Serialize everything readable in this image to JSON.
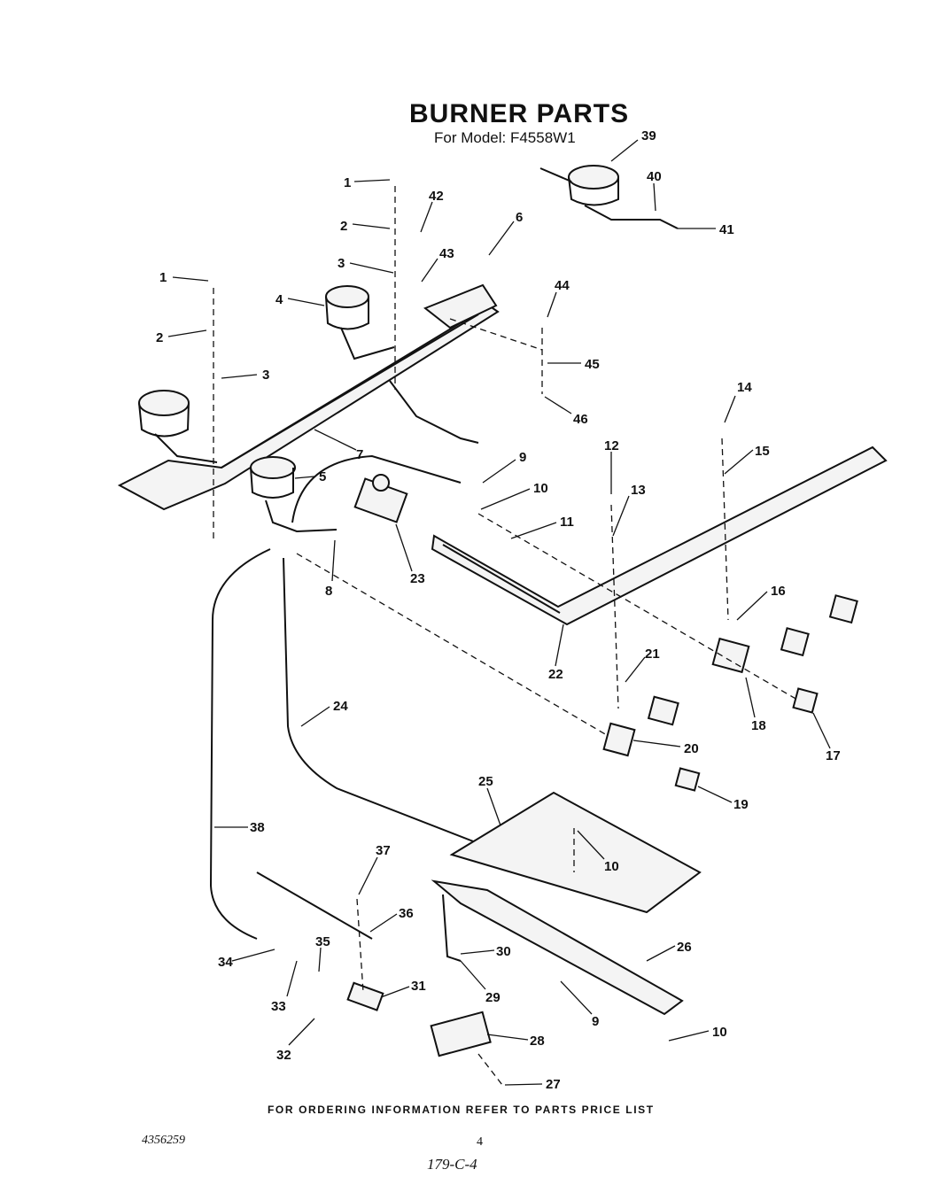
{
  "title": "BURNER PARTS",
  "model_line": "For Model: F4558W1",
  "footer": "FOR ORDERING INFORMATION REFER TO PARTS PRICE LIST",
  "doc_number": "4356259",
  "page_number": "4",
  "stamp": "179-C-4",
  "callouts": [
    "1",
    "2",
    "3",
    "42",
    "43",
    "6",
    "39",
    "40",
    "41",
    "1",
    "2",
    "3",
    "4",
    "44",
    "45",
    "46",
    "7",
    "5",
    "9",
    "10",
    "11",
    "12",
    "13",
    "14",
    "15",
    "8",
    "23",
    "16",
    "22",
    "21",
    "24",
    "18",
    "17",
    "20",
    "19",
    "25",
    "10",
    "38",
    "37",
    "36",
    "35",
    "30",
    "34",
    "33",
    "31",
    "29",
    "26",
    "9",
    "32",
    "28",
    "10",
    "27"
  ]
}
